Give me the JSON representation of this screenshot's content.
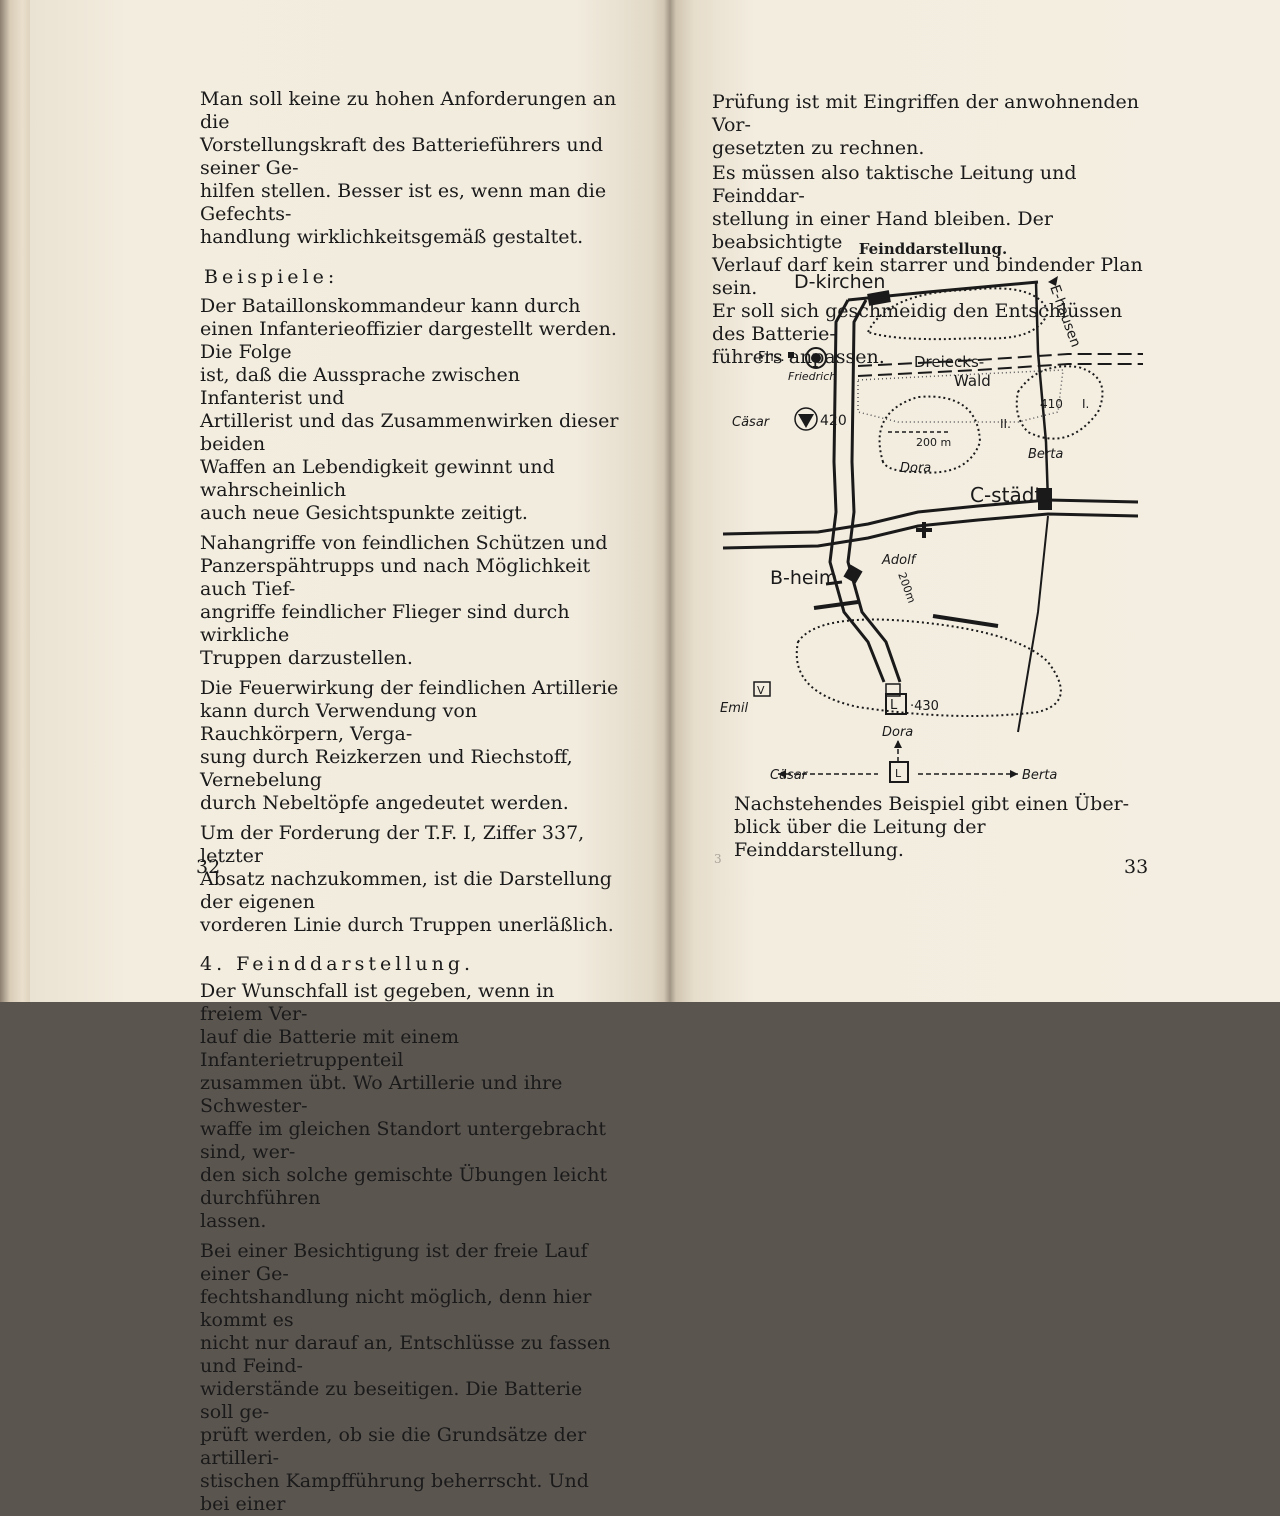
{
  "left_page": {
    "paragraphs": [
      [
        "Man soll keine zu hohen Anforderungen an die",
        "Vorstellungskraft des Batterieführers und seiner Ge-",
        "hilfen stellen. Besser ist es, wenn man die Gefechts-",
        "handlung wirklichkeitsgemäß gestaltet."
      ],
      [
        "Beispiele:"
      ],
      [
        "Der Bataillonskommandeur kann durch",
        "einen Infanterieoffizier dargestellt werden. Die Folge",
        "ist, daß die Aussprache zwischen Infanterist und",
        "Artillerist und das Zusammenwirken dieser beiden",
        "Waffen an Lebendigkeit gewinnt und wahrscheinlich",
        "auch neue Gesichtspunkte zeitigt."
      ],
      [
        "Nahangriffe von feindlichen Schützen und",
        "Panzerspähtrupps und nach Möglichkeit auch Tief-",
        "angriffe feindlicher Flieger sind durch wirkliche",
        "Truppen darzustellen."
      ],
      [
        "Die Feuerwirkung der feindlichen Artillerie",
        "kann durch Verwendung von Rauchkörpern, Verga-",
        "sung durch Reizkerzen und Riechstoff, Vernebelung",
        "durch Nebeltöpfe angedeutet werden."
      ],
      [
        "Um der Forderung der T.F. I, Ziffer 337, letzter",
        "Absatz nachzukommen, ist die Darstellung der eigenen",
        "vorderen Linie durch Truppen unerläßlich."
      ],
      [
        "4. Feinddarstellung."
      ],
      [
        "Der Wunschfall ist gegeben, wenn in freiem Ver-",
        "lauf die Batterie mit einem Infanterietruppenteil",
        "zusammen übt. Wo Artillerie und ihre Schwester-",
        "waffe im gleichen Standort untergebracht sind, wer-",
        "den sich solche gemischte Übungen leicht durchführen",
        "lassen."
      ],
      [
        "Bei einer Besichtigung ist der freie Lauf einer Ge-",
        "fechtshandlung nicht möglich, denn hier kommt es",
        "nicht nur darauf an, Entschlüsse zu fassen und Feind-",
        "widerstände zu beseitigen. Die Batterie soll ge-",
        "prüft werden, ob sie die Grundsätze der artilleri-",
        "stischen Kampfführung beherrscht. Und bei einer"
      ]
    ],
    "page_number": "32"
  },
  "right_page": {
    "paragraphs": [
      [
        "Prüfung ist mit Eingriffen der anwohnenden Vor-",
        "gesetzten zu rechnen."
      ],
      [
        "Es müssen also taktische Leitung und Feinddar-",
        "stellung in einer Hand bleiben. Der beabsichtigte",
        "Verlauf darf kein starrer und bindender Plan sein.",
        "Er soll sich geschmeidig den Entschlüssen des Batterie-",
        "führers anpassen."
      ]
    ],
    "map": {
      "title": "Feinddarstellung.",
      "labels": {
        "dkirchen": "D-kirchen",
        "ehausen": "E-hausen",
        "fhs": "Fhs.",
        "dreiecks": "Dreiecks-",
        "wald": "Wald",
        "h420": "420",
        "h410": "410",
        "ii": "II.",
        "i": "I.",
        "m200a": "200 m",
        "cstaedt": "C-städt",
        "bheim": "B-heim",
        "m200b": "200m",
        "h430": "·430",
        "l": "L",
        "v": "V",
        "hw_caesar": "Cäsar",
        "hw_dora": "Dora",
        "hw_berta": "Berta",
        "hw_adolf": "Adolf",
        "hw_emil": "Emil",
        "hw_friedrich": "Friedrich",
        "legend_left": "Cäsar",
        "legend_top": "Dora",
        "legend_right": "Berta",
        "legend_box": "L"
      }
    },
    "after_map": [
      "Nachstehendes Beispiel gibt einen Über-",
      "blick über die Leitung der Feinddarstellung."
    ],
    "page_number": "33",
    "margin_mark": "3"
  }
}
